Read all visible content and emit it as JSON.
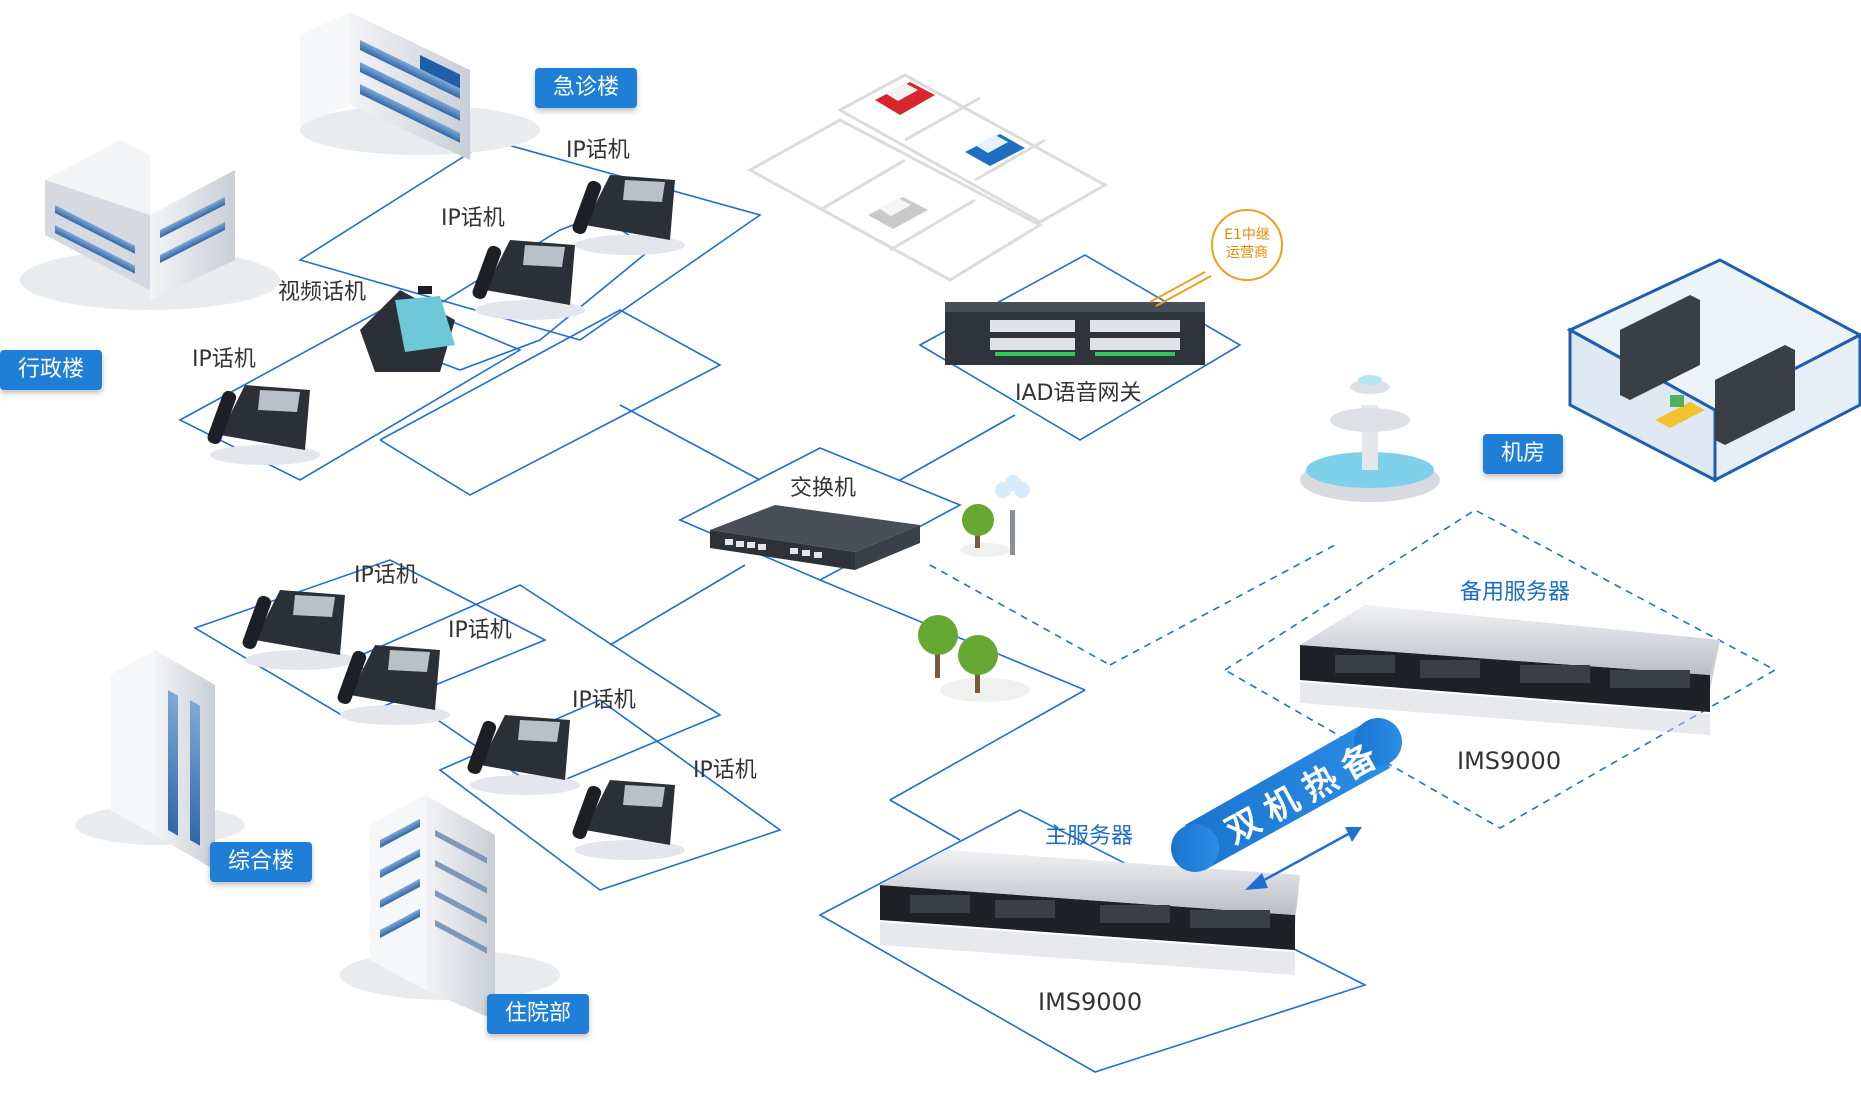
{
  "colors": {
    "line": "#1f6fd1",
    "badge_bg": "#1f7fd6",
    "pill_bg": "#1f7fd6",
    "e1_circle": "#f0a020"
  },
  "buildings": {
    "emergency": "急诊楼",
    "admin": "行政楼",
    "general": "综合楼",
    "inpatient": "住院部",
    "machine_room": "机房"
  },
  "phones": {
    "ip_phone": "IP话机",
    "video_phone": "视频话机"
  },
  "devices": {
    "switch": "交换机",
    "iad_gateway": "IAD语音网关",
    "e1_line1": "E1中继",
    "e1_line2": "运营商"
  },
  "servers": {
    "main_label": "主服务器",
    "backup_label": "备用服务器",
    "main_model": "IMS9000",
    "backup_model": "IMS9000",
    "hot_standby": "双机热备"
  },
  "icons": [
    "building-icon",
    "desk-phone-icon",
    "video-phone-icon",
    "network-switch-icon",
    "voice-gateway-icon",
    "rack-server-icon",
    "car-icon",
    "tree-icon",
    "fountain-icon",
    "server-room-icon"
  ]
}
